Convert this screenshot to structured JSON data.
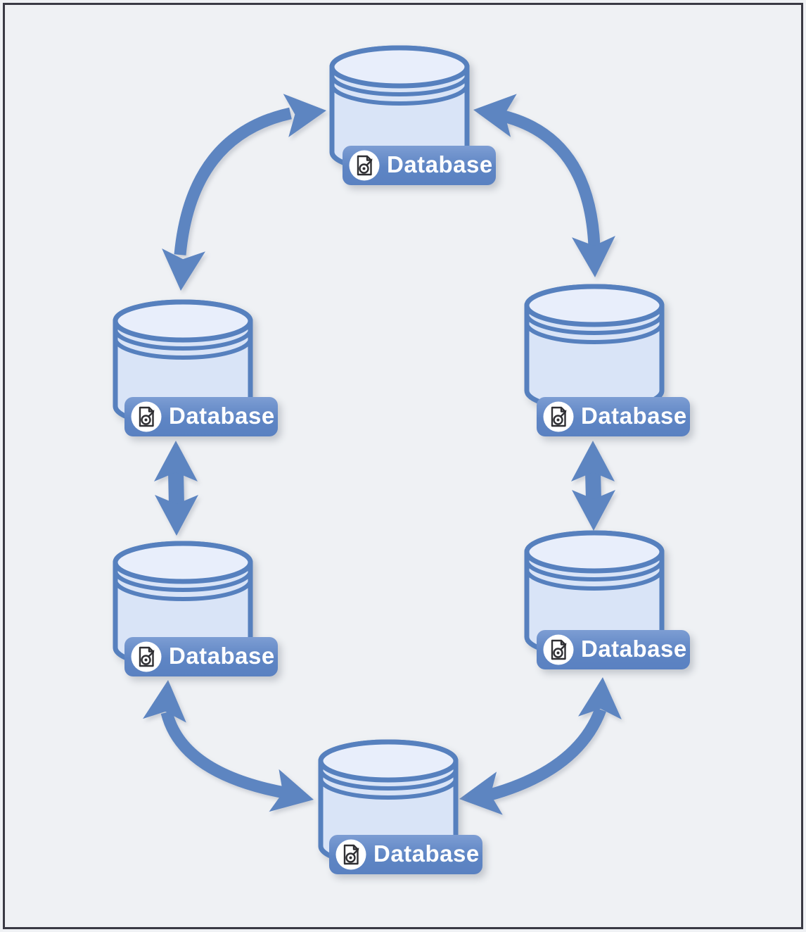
{
  "frame": {
    "background": "#eff1f4",
    "border_color": "#3a3a44"
  },
  "diagram": {
    "nodes": [
      {
        "id": "db-top",
        "label": "Database"
      },
      {
        "id": "db-upper-left",
        "label": "Database"
      },
      {
        "id": "db-upper-right",
        "label": "Database"
      },
      {
        "id": "db-lower-left",
        "label": "Database"
      },
      {
        "id": "db-lower-right",
        "label": "Database"
      },
      {
        "id": "db-bottom",
        "label": "Database"
      }
    ],
    "edges": [
      {
        "from": "db-upper-left",
        "to": "db-top",
        "bidirectional": true
      },
      {
        "from": "db-top",
        "to": "db-upper-right",
        "bidirectional": true
      },
      {
        "from": "db-upper-left",
        "to": "db-lower-left",
        "bidirectional": true
      },
      {
        "from": "db-upper-right",
        "to": "db-lower-right",
        "bidirectional": true
      },
      {
        "from": "db-lower-left",
        "to": "db-bottom",
        "bidirectional": true
      },
      {
        "from": "db-bottom",
        "to": "db-lower-right",
        "bidirectional": true
      }
    ],
    "icon": "database-file-icon",
    "colors": {
      "cylinder_fill": "#d9e4f7",
      "cylinder_top_fill": "#e8eefb",
      "cylinder_stroke": "#5680be",
      "arrow": "#5d85c1",
      "badge_background": "#6189c6",
      "badge_text": "#ffffff",
      "icon_ink": "#2f2f33"
    }
  }
}
